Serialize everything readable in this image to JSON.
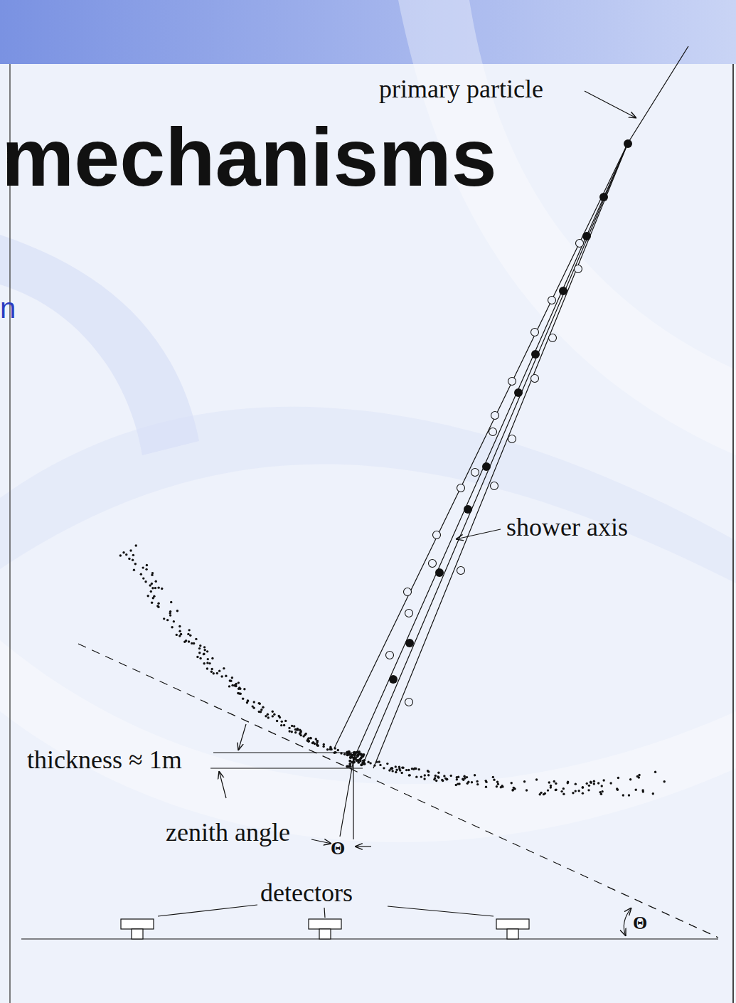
{
  "diagram": {
    "title": "mechanisms",
    "labels": [
      "primary particle",
      "shower axis",
      "thickness ≈ 1m",
      "zenith angle",
      "Θ",
      "detectors",
      "Θ",
      "n"
    ]
  }
}
